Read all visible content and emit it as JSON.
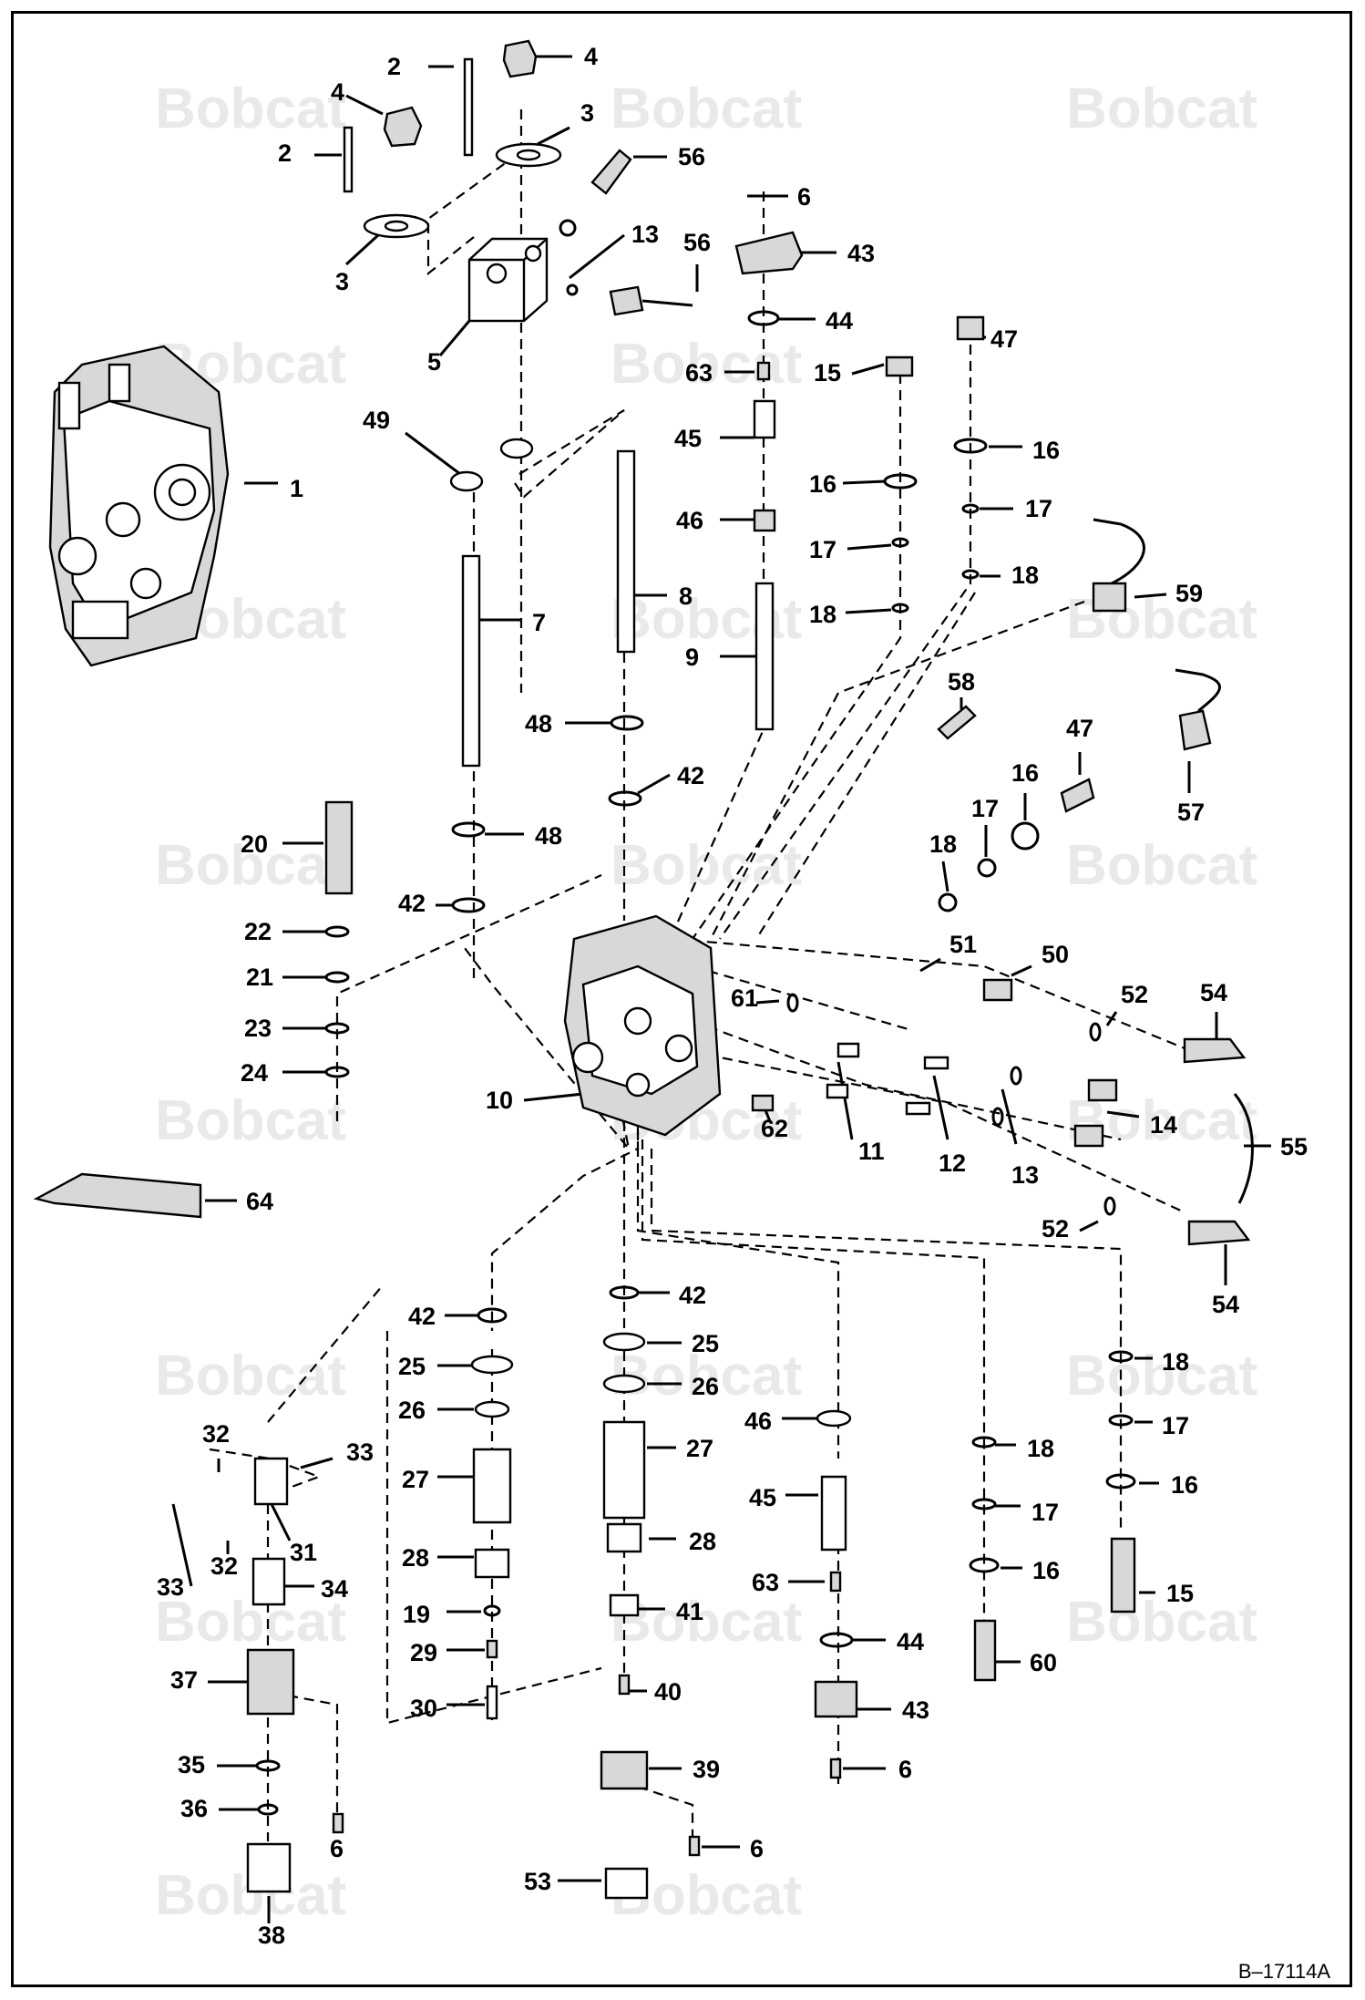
{
  "document_id": "B–17114A",
  "watermark_text": "Bobcat",
  "callouts": {
    "c1": "1",
    "c2a": "2",
    "c2b": "2",
    "c3a": "3",
    "c3b": "3",
    "c4a": "4",
    "c4b": "4",
    "c5": "5",
    "c6a": "6",
    "c6b": "6",
    "c6c": "6",
    "c6d": "6",
    "c7": "7",
    "c8": "8",
    "c9": "9",
    "c10": "10",
    "c11": "11",
    "c12": "12",
    "c13a": "13",
    "c13b": "13",
    "c14": "14",
    "c15a": "15",
    "c15b": "15",
    "c16a": "16",
    "c16b": "16",
    "c16c": "16",
    "c16d": "16",
    "c16e": "16",
    "c17a": "17",
    "c17b": "17",
    "c17c": "17",
    "c17d": "17",
    "c17e": "17",
    "c18a": "18",
    "c18b": "18",
    "c18c": "18",
    "c18d": "18",
    "c18e": "18",
    "c19": "19",
    "c20": "20",
    "c21": "21",
    "c22": "22",
    "c23": "23",
    "c24": "24",
    "c25a": "25",
    "c25b": "25",
    "c26a": "26",
    "c26b": "26",
    "c27a": "27",
    "c27b": "27",
    "c28a": "28",
    "c28b": "28",
    "c29": "29",
    "c30": "30",
    "c31": "31",
    "c32a": "32",
    "c32b": "32",
    "c33a": "33",
    "c33b": "33",
    "c34": "34",
    "c35": "35",
    "c36": "36",
    "c37": "37",
    "c38": "38",
    "c39": "39",
    "c40": "40",
    "c41": "41",
    "c42a": "42",
    "c42b": "42",
    "c42c": "42",
    "c42d": "42",
    "c43a": "43",
    "c43b": "43",
    "c44a": "44",
    "c44b": "44",
    "c45a": "45",
    "c45b": "45",
    "c46a": "46",
    "c46b": "46",
    "c47a": "47",
    "c47b": "47",
    "c48a": "48",
    "c48b": "48",
    "c49": "49",
    "c50": "50",
    "c51": "51",
    "c52a": "52",
    "c52b": "52",
    "c53": "53",
    "c54a": "54",
    "c54b": "54",
    "c55": "55",
    "c56a": "56",
    "c56b": "56",
    "c57": "57",
    "c58": "58",
    "c59": "59",
    "c60": "60",
    "c61": "61",
    "c62": "62",
    "c63a": "63",
    "c63b": "63",
    "c64": "64"
  }
}
